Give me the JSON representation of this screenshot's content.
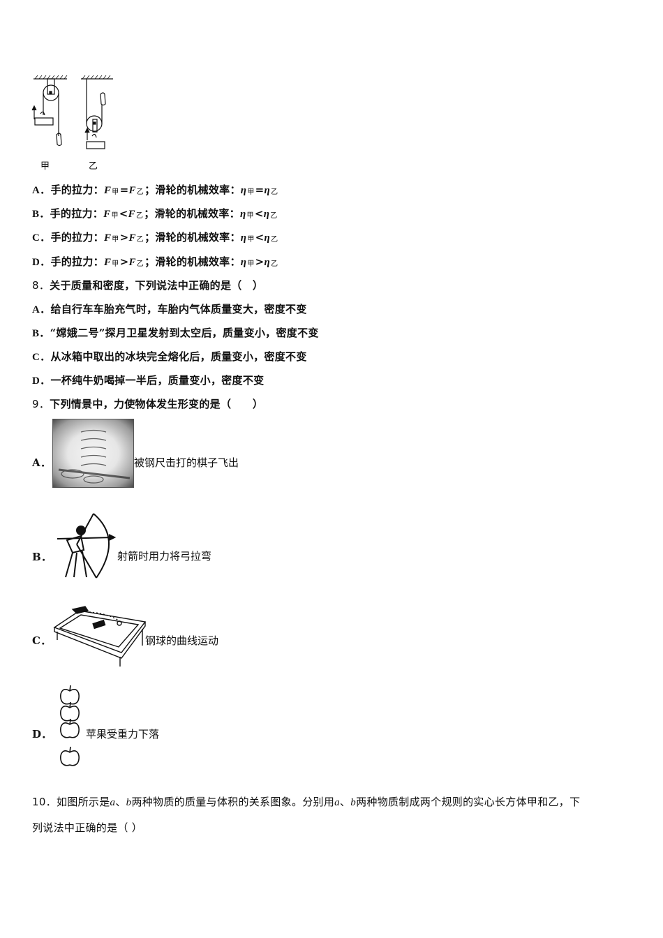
{
  "q7": {
    "figure": {
      "left_label": "甲",
      "right_label": "乙"
    },
    "options": [
      {
        "letter": "A．",
        "prefix": "手的拉力：",
        "f1": "F",
        "s1": "甲",
        "op1": "=",
        "f2": "F",
        "s2": "乙",
        "mid": "；滑轮的机械效率：",
        "e1": "η",
        "t1": "甲",
        "op2": "=",
        "e2": "η",
        "t2": "乙"
      },
      {
        "letter": "B．",
        "prefix": "手的拉力：",
        "f1": "F",
        "s1": "甲",
        "op1": "<",
        "f2": "F",
        "s2": "乙",
        "mid": "；滑轮的机械效率：",
        "e1": "η",
        "t1": "甲",
        "op2": "<",
        "e2": "η",
        "t2": "乙"
      },
      {
        "letter": "C．",
        "prefix": "手的拉力：",
        "f1": "F",
        "s1": "甲",
        "op1": ">",
        "f2": "F",
        "s2": "乙",
        "mid": "；滑轮的机械效率：",
        "e1": "η",
        "t1": "甲",
        "op2": "<",
        "e2": "η",
        "t2": "乙"
      },
      {
        "letter": "D．",
        "prefix": "手的拉力：",
        "f1": "F",
        "s1": "甲",
        "op1": ">",
        "f2": "F",
        "s2": "乙",
        "mid": "；滑轮的机械效率：",
        "e1": "η",
        "t1": "甲",
        "op2": ">",
        "e2": "η",
        "t2": "乙"
      }
    ]
  },
  "q8": {
    "number": "8．",
    "stem": "关于质量和密度，下列说法中正确的是（　）",
    "options": [
      {
        "letter": "A．",
        "text": "给自行车车胎充气时，车胎内气体质量变大，密度不变"
      },
      {
        "letter": "B．",
        "text": "“嫦娥二号”探月卫星发射到太空后，质量变小，密度不变"
      },
      {
        "letter": "C．",
        "text": "从冰箱中取出的冰块完全熔化后，质量变小，密度不变"
      },
      {
        "letter": "D．",
        "text": "一杯纯牛奶喝掉一半后，质量变小，密度不变"
      }
    ]
  },
  "q9": {
    "number": "9．",
    "stem": "下列情景中，力使物体发生形变的是（　　）",
    "options": [
      {
        "letter": "A．",
        "caption": "被钢尺击打的棋子飞出"
      },
      {
        "letter": "B．",
        "caption": "射箭时用力将弓拉弯"
      },
      {
        "letter": "C．",
        "caption": "钢球的曲线运动"
      },
      {
        "letter": "D．",
        "caption": "苹果受重力下落"
      }
    ]
  },
  "q10": {
    "number": "10．",
    "line1_a": "如图所示是",
    "var_a": "a",
    "sep1": "、",
    "var_b": "b",
    "line1_b": "两种物质的质量与体积的关系图象。分别用",
    "var_a2": "a",
    "sep2": "、",
    "var_b2": "b",
    "line1_c": "两种物质制成两个规则的实心长方体甲和乙，下",
    "line2": "列说法中正确的是（ ）"
  }
}
